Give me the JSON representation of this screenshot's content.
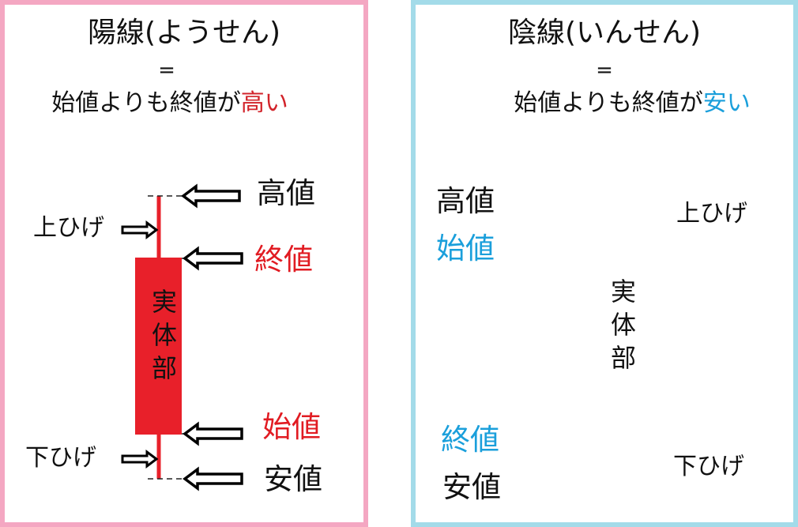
{
  "yang": {
    "title": "陽線(ようせん)",
    "equals": "=",
    "desc_prefix": "始値よりも終値が",
    "desc_highlight": "高い",
    "labels": {
      "high": "高値",
      "close": "終値",
      "open": "始値",
      "low": "安値",
      "upper_shadow": "上ひげ",
      "lower_shadow": "下ひげ",
      "body": "実体部"
    },
    "colors": {
      "body": "#e8202a",
      "border": "#f4a7c2",
      "highlight": "#d2232a"
    }
  },
  "yin": {
    "title": "陰線(いんせん)",
    "equals": "=",
    "desc_prefix": "始値よりも終値が",
    "desc_highlight": "安い",
    "labels": {
      "high": "高値",
      "open": "始値",
      "close": "終値",
      "low": "安値",
      "upper_shadow": "上ひげ",
      "lower_shadow": "下ひげ",
      "body": "実体部"
    },
    "colors": {
      "body": "#0d9edb",
      "border": "#a3dbe9",
      "highlight": "#1a9fdb"
    }
  }
}
